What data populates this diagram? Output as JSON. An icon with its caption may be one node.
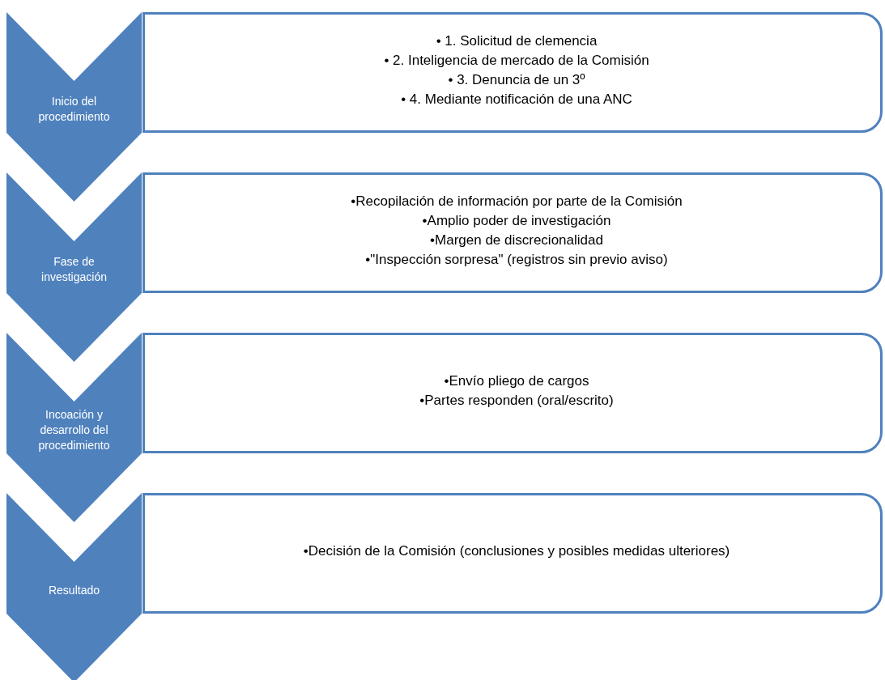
{
  "diagram": {
    "nodes": [
      {
        "text": [
          "Inicio del procedimiento"
        ]
      },
      {
        "text": [
          "• 1. Solicitud de clemencia",
          "• 2. Inteligencia de mercado de la Comisión",
          "• 3. Denuncia de un 3º",
          "• 4. Mediante notificación de una ANC"
        ]
      },
      {
        "text": [
          "Fase de investigación"
        ]
      },
      {
        "text": [
          "•Recopilación de información por parte de la Comisión",
          "•Amplio poder de investigación",
          "•Margen de discrecionalidad",
          "•\"Inspección sorpresa\" (registros sin previo aviso)"
        ]
      },
      {
        "text": [
          "Incoación y desarrollo del procedimiento"
        ]
      },
      {
        "text": [
          "•Envío pliego de cargos",
          "•Partes responden (oral/escrito)"
        ]
      },
      {
        "text": [
          "Resultado"
        ]
      },
      {
        "text": [
          "•Decisión de la Comisión (conclusiones y posibles medidas ulteriores)"
        ]
      }
    ]
  }
}
